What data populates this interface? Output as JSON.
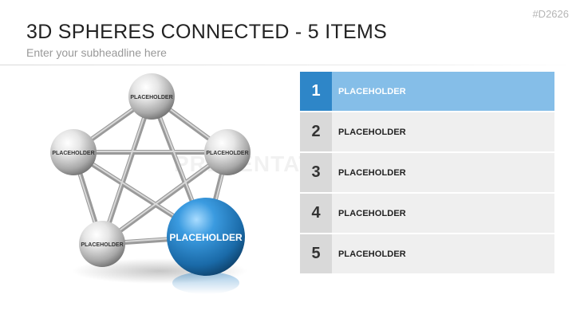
{
  "header": {
    "code": "#D2626",
    "title": "3D SPHERES CONNECTED - 5 ITEMS",
    "subtitle": "Enter your subheadline here"
  },
  "watermark": "PRESENTATIONLOAD",
  "diagram": {
    "spheres": [
      {
        "label": "PLACEHOLDER",
        "highlight": false
      },
      {
        "label": "PLACEHOLDER",
        "highlight": false
      },
      {
        "label": "PLACEHOLDER",
        "highlight": false
      },
      {
        "label": "PLACEHOLDER",
        "highlight": false
      },
      {
        "label": "PLACEHOLDER",
        "highlight": true
      }
    ]
  },
  "list": {
    "items": [
      {
        "number": "1",
        "label": "PLACEHOLDER",
        "active": true
      },
      {
        "number": "2",
        "label": "PLACEHOLDER",
        "active": false
      },
      {
        "number": "3",
        "label": "PLACEHOLDER",
        "active": false
      },
      {
        "number": "4",
        "label": "PLACEHOLDER",
        "active": false
      },
      {
        "number": "5",
        "label": "PLACEHOLDER",
        "active": false
      }
    ]
  },
  "colors": {
    "accent": "#2e86c8",
    "accent_light": "#85bee8",
    "number_bg": "#d9d9d9",
    "label_bg": "#efefef"
  }
}
